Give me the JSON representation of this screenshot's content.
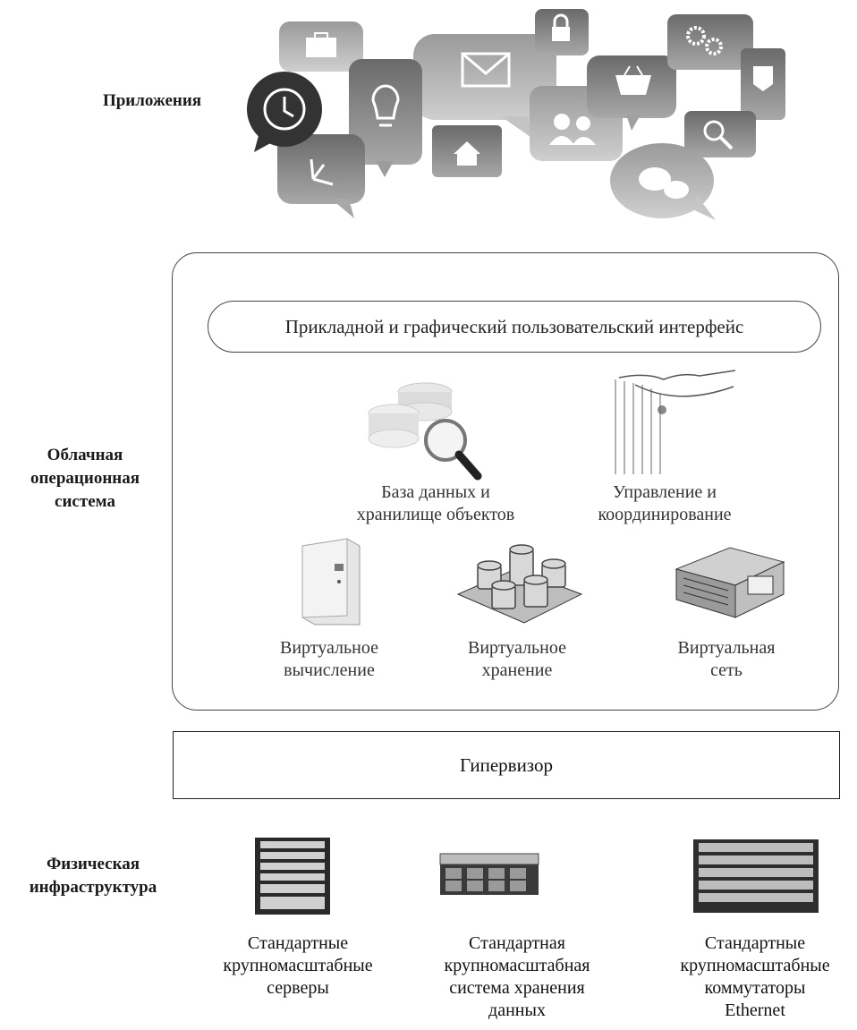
{
  "layers": {
    "applications": "Приложения",
    "cloud_os": "Облачная\nоперационная\nсистема",
    "physical": "Физическая\nинфраструктура"
  },
  "cloud_os": {
    "interface": "Прикладной и графический пользовательский интерфейс",
    "database": "База данных и\nхранилище объектов",
    "management": "Управление и\nкоординирование",
    "virtual_compute": "Виртуальное\nвычисление",
    "virtual_storage": "Виртуальное\nхранение",
    "virtual_network": "Виртуальная\nсеть"
  },
  "hypervisor": "Гипервизор",
  "hardware": {
    "servers": "Стандартные\nкрупномасштабные\nсерверы",
    "storage": "Стандартная\nкрупномасштабная\nсистема хранения\nданных",
    "switches": "Стандартные\nкрупномасштабные\nкоммутаторы\nEthernet"
  },
  "icons": [
    "briefcase-icon",
    "clock-icon",
    "lightbulb-icon",
    "mail-icon",
    "lock-icon",
    "basket-icon",
    "gears-icon",
    "badge-icon",
    "users-icon",
    "home-icon",
    "search-icon",
    "chat-icon",
    "network-icon"
  ]
}
